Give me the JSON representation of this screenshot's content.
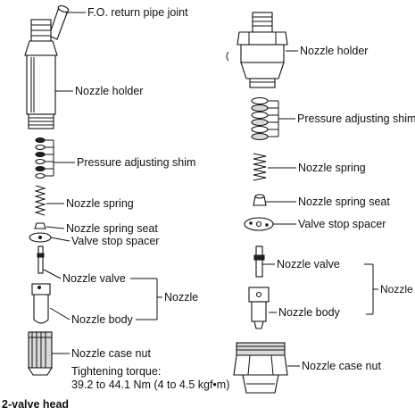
{
  "left": {
    "labels": {
      "return_joint": "F.O. return pipe joint",
      "holder": "Nozzle holder",
      "shim": "Pressure adjusting shim",
      "spring": "Nozzle spring",
      "spring_seat": "Nozzle spring seat",
      "stop_spacer": "Valve stop spacer",
      "valve": "Nozzle valve",
      "body": "Nozzle body",
      "nozzle_group": "Nozzle",
      "case_nut": "Nozzle case nut",
      "torque_title": "Tightening torque:",
      "torque_value": "39.2 to 44.1 Nm (4 to 4.5 kgf•m)"
    },
    "caption": "2-valve head"
  },
  "right": {
    "labels": {
      "holder": "Nozzle holder",
      "shim": "Pressure adjusting shim",
      "spring": "Nozzle spring",
      "spring_seat": "Nozzle spring seat",
      "stop_spacer": "Valve stop spacer",
      "valve": "Nozzle valve",
      "body": "Nozzle body",
      "nozzle_group": "Nozzle",
      "case_nut": "Nozzle case nut"
    }
  }
}
